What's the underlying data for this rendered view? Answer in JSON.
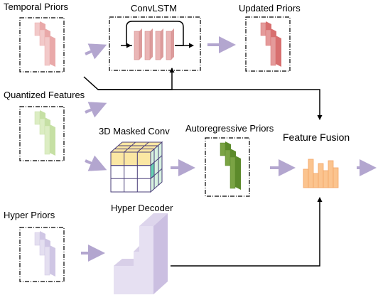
{
  "labels": {
    "temporal_priors": "Temporal Priors",
    "convlstm": "ConvLSTM",
    "updated_priors": "Updated Priors",
    "quantized_features": "Quantized Features",
    "masked_conv": "3D Masked Conv",
    "autoregressive_priors": "Autoregressive Priors",
    "feature_fusion": "Feature Fusion",
    "hyper_priors": "Hyper Priors",
    "hyper_decoder": "Hyper Decoder"
  },
  "colors": {
    "temporal": "#f2c9c9",
    "temporal_side": "#e9a9a9",
    "convlstm_block": "#eab6b6",
    "updated": "#e49a9a",
    "updated_side": "#d86f6f",
    "quantized": "#dcedc3",
    "quantized_side": "#c6e0a4",
    "autoregressive": "#7aa344",
    "autoregressive_side": "#5c8a2b",
    "cube_top": "#fbe7a3",
    "cube_front": "#ffffff",
    "cube_side": "#d7f2e0",
    "cube_accent": "#66d3b3",
    "cube_line": "#4a3f7a",
    "fusion": "#fbc48f",
    "fusion_edge": "#f3a566",
    "hyper": "#e4dff0",
    "hyper_side": "#cfc6e4",
    "decoder_front": "#e6e0f2",
    "decoder_side": "#cbbfe1",
    "arrow_light": "#b3a6cf",
    "arrow_dark": "#000000"
  }
}
